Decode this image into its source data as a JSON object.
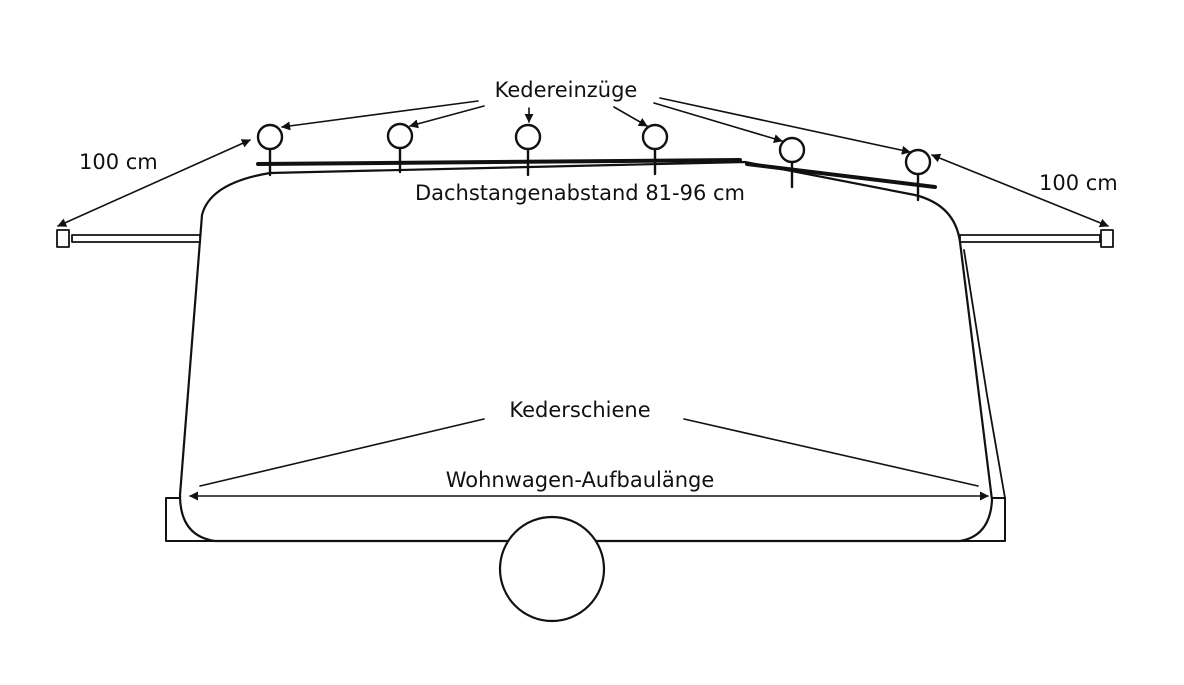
{
  "labels": {
    "kedereinzuege": "Kedereinzüge",
    "left_distance": "100 cm",
    "right_distance": "100 cm",
    "roof_bar_spacing": "Dachstangenabstand 81-96 cm",
    "kederschiene": "Kederschiene",
    "body_length": "Wohnwagen-Aufbaulänge"
  },
  "colors": {
    "stroke": "#111111",
    "background": "#ffffff"
  }
}
